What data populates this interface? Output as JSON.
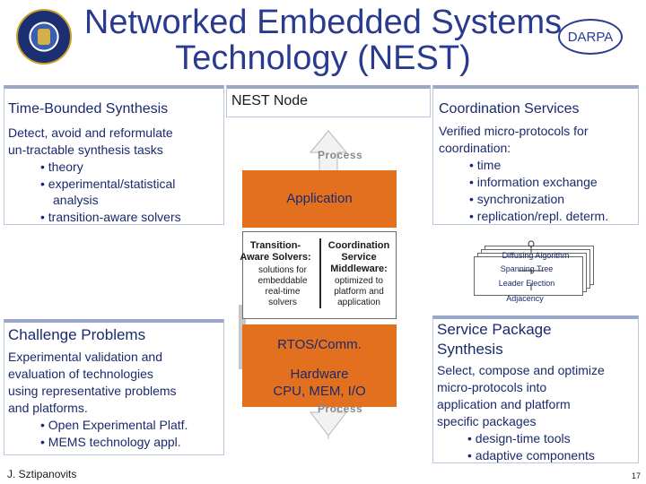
{
  "slide": {
    "title_line1": "Networked Embedded Systems",
    "title_line2": "Technology (NEST)",
    "logo_right_text": "DARPA",
    "footer_author": "J. Sztipanovits",
    "page_number": "17"
  },
  "left_top": {
    "heading": "Time-Bounded Synthesis",
    "intro_line1": "Detect, avoid and reformulate",
    "intro_line2": "un-tractable synthesis tasks",
    "bullet1": "• theory",
    "bullet2_line1": "• experimental/statistical",
    "bullet2_line2": "analysis",
    "bullet3": "• transition-aware solvers"
  },
  "node": {
    "title": "NEST Node",
    "process_top": "Process",
    "application": "Application",
    "transition_heading_line1": "Transition-",
    "transition_heading_line2": "Aware Solvers:",
    "transition_body_line1": "solutions for",
    "transition_body_line2": "embeddable",
    "transition_body_line3": "real-time",
    "transition_body_line4": "solvers",
    "coord_heading_line1": "Coordination",
    "coord_heading_line2": "Service",
    "coord_heading_line3": "Middleware:",
    "coord_body_line1": "optimized to",
    "coord_body_line2": "platform and",
    "coord_body_line3": "application",
    "rtos": "RTOS/Comm.",
    "hardware_line1": "Hardware",
    "hardware_line2": "CPU, MEM, I/O",
    "process_bottom": "Process"
  },
  "right_top": {
    "heading": "Coordination Services",
    "intro_line1": "Verified micro-protocols for",
    "intro_line2": "coordination:",
    "bullet1": "• time",
    "bullet2": "• information exchange",
    "bullet3": "• synchronization",
    "bullet4": "• replication/repl. determ."
  },
  "stack": {
    "item1": "Diffusing Algorithm",
    "item2": "Spanning Tree",
    "item3": "Leader Election",
    "item4": "Adjacency"
  },
  "left_bottom": {
    "heading": "Challenge Problems",
    "line1": "Experimental validation and",
    "line2": "evaluation of technologies",
    "line3": "using representative problems",
    "line4": "and platforms.",
    "bullet1": "• Open Experimental Platf.",
    "bullet2": "• MEMS technology appl."
  },
  "right_bottom": {
    "heading_line1": "Service Package",
    "heading_line2": "Synthesis",
    "line1": "Select, compose and optimize",
    "line2": "micro-protocols into",
    "line3": "application and platform",
    "line4": "specific packages",
    "bullet1": "• design-time tools",
    "bullet2": "• adaptive components"
  },
  "colors": {
    "title": "#2a3b8f",
    "text": "#1a2a6c",
    "accent_orange": "#e2701f"
  },
  "icons": {
    "left_logo": "dod-seal-icon",
    "right_logo": "darpa-logo-icon"
  }
}
